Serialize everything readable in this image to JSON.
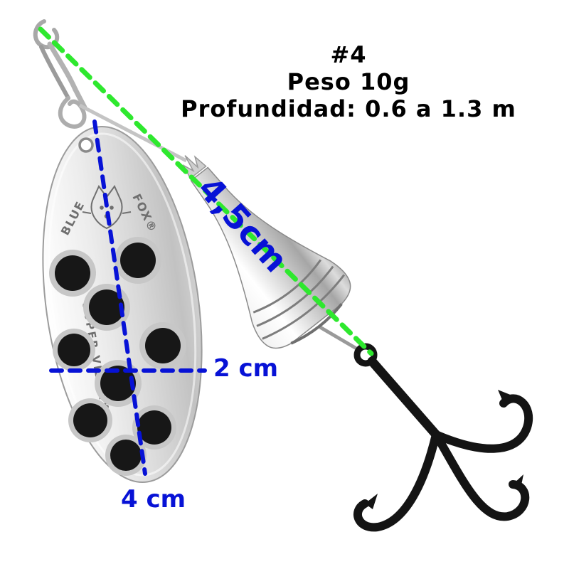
{
  "header": {
    "size_label": "#4",
    "weight_label": "Peso 10g",
    "depth_label": "Profundidad: 0.6 a 1.3 m"
  },
  "measurements": {
    "body_diagonal_label": "4,5cm",
    "blade_width_label": "2 cm",
    "blade_length_label": "4 cm"
  },
  "lure": {
    "brand_left": "BLUE",
    "brand_right": "FOX®",
    "model_text": "SUPER VIBRAX®"
  },
  "colors": {
    "measurement_blue": "#0712d6",
    "guide_green": "#2ee82e",
    "header_black": "#000000"
  }
}
